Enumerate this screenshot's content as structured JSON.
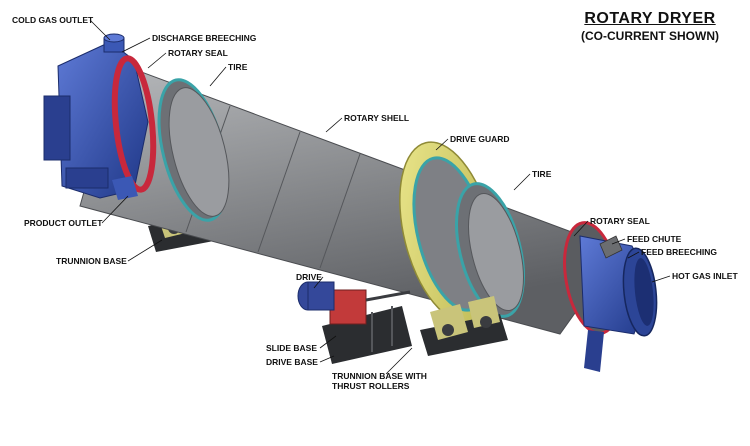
{
  "title": "ROTARY DRYER",
  "subtitle": "(CO-CURRENT SHOWN)",
  "labels": {
    "cold_gas_outlet": "COLD GAS OUTLET",
    "discharge_breeching": "DISCHARGE BREECHING",
    "rotary_seal_left": "ROTARY SEAL",
    "tire_left": "TIRE",
    "rotary_shell": "ROTARY SHELL",
    "drive_guard": "DRIVE GUARD",
    "tire_right": "TIRE",
    "rotary_seal_right": "ROTARY SEAL",
    "feed_chute": "FEED CHUTE",
    "feed_breeching": "FEED BREECHING",
    "hot_gas_inlet": "HOT GAS INLET",
    "product_outlet": "PRODUCT OUTLET",
    "trunnion_base": "TRUNNION BASE",
    "drive": "DRIVE",
    "slide_base": "SLIDE BASE",
    "drive_base": "DRIVE BASE",
    "trunnion_base_thrust_line1": "TRUNNION BASE WITH",
    "trunnion_base_thrust_line2": "THRUST ROLLERS"
  },
  "colors": {
    "shell": "#8f9194",
    "breeching_blue": "#2f4fa8",
    "seal_red": "#c8283c",
    "drive_guard_yellow": "#d9d36a",
    "tire_teal": "#3aa3a8",
    "base_dark": "#2b2d30",
    "motor_blue": "#34489a",
    "gearbox_red": "#c23a3a"
  }
}
